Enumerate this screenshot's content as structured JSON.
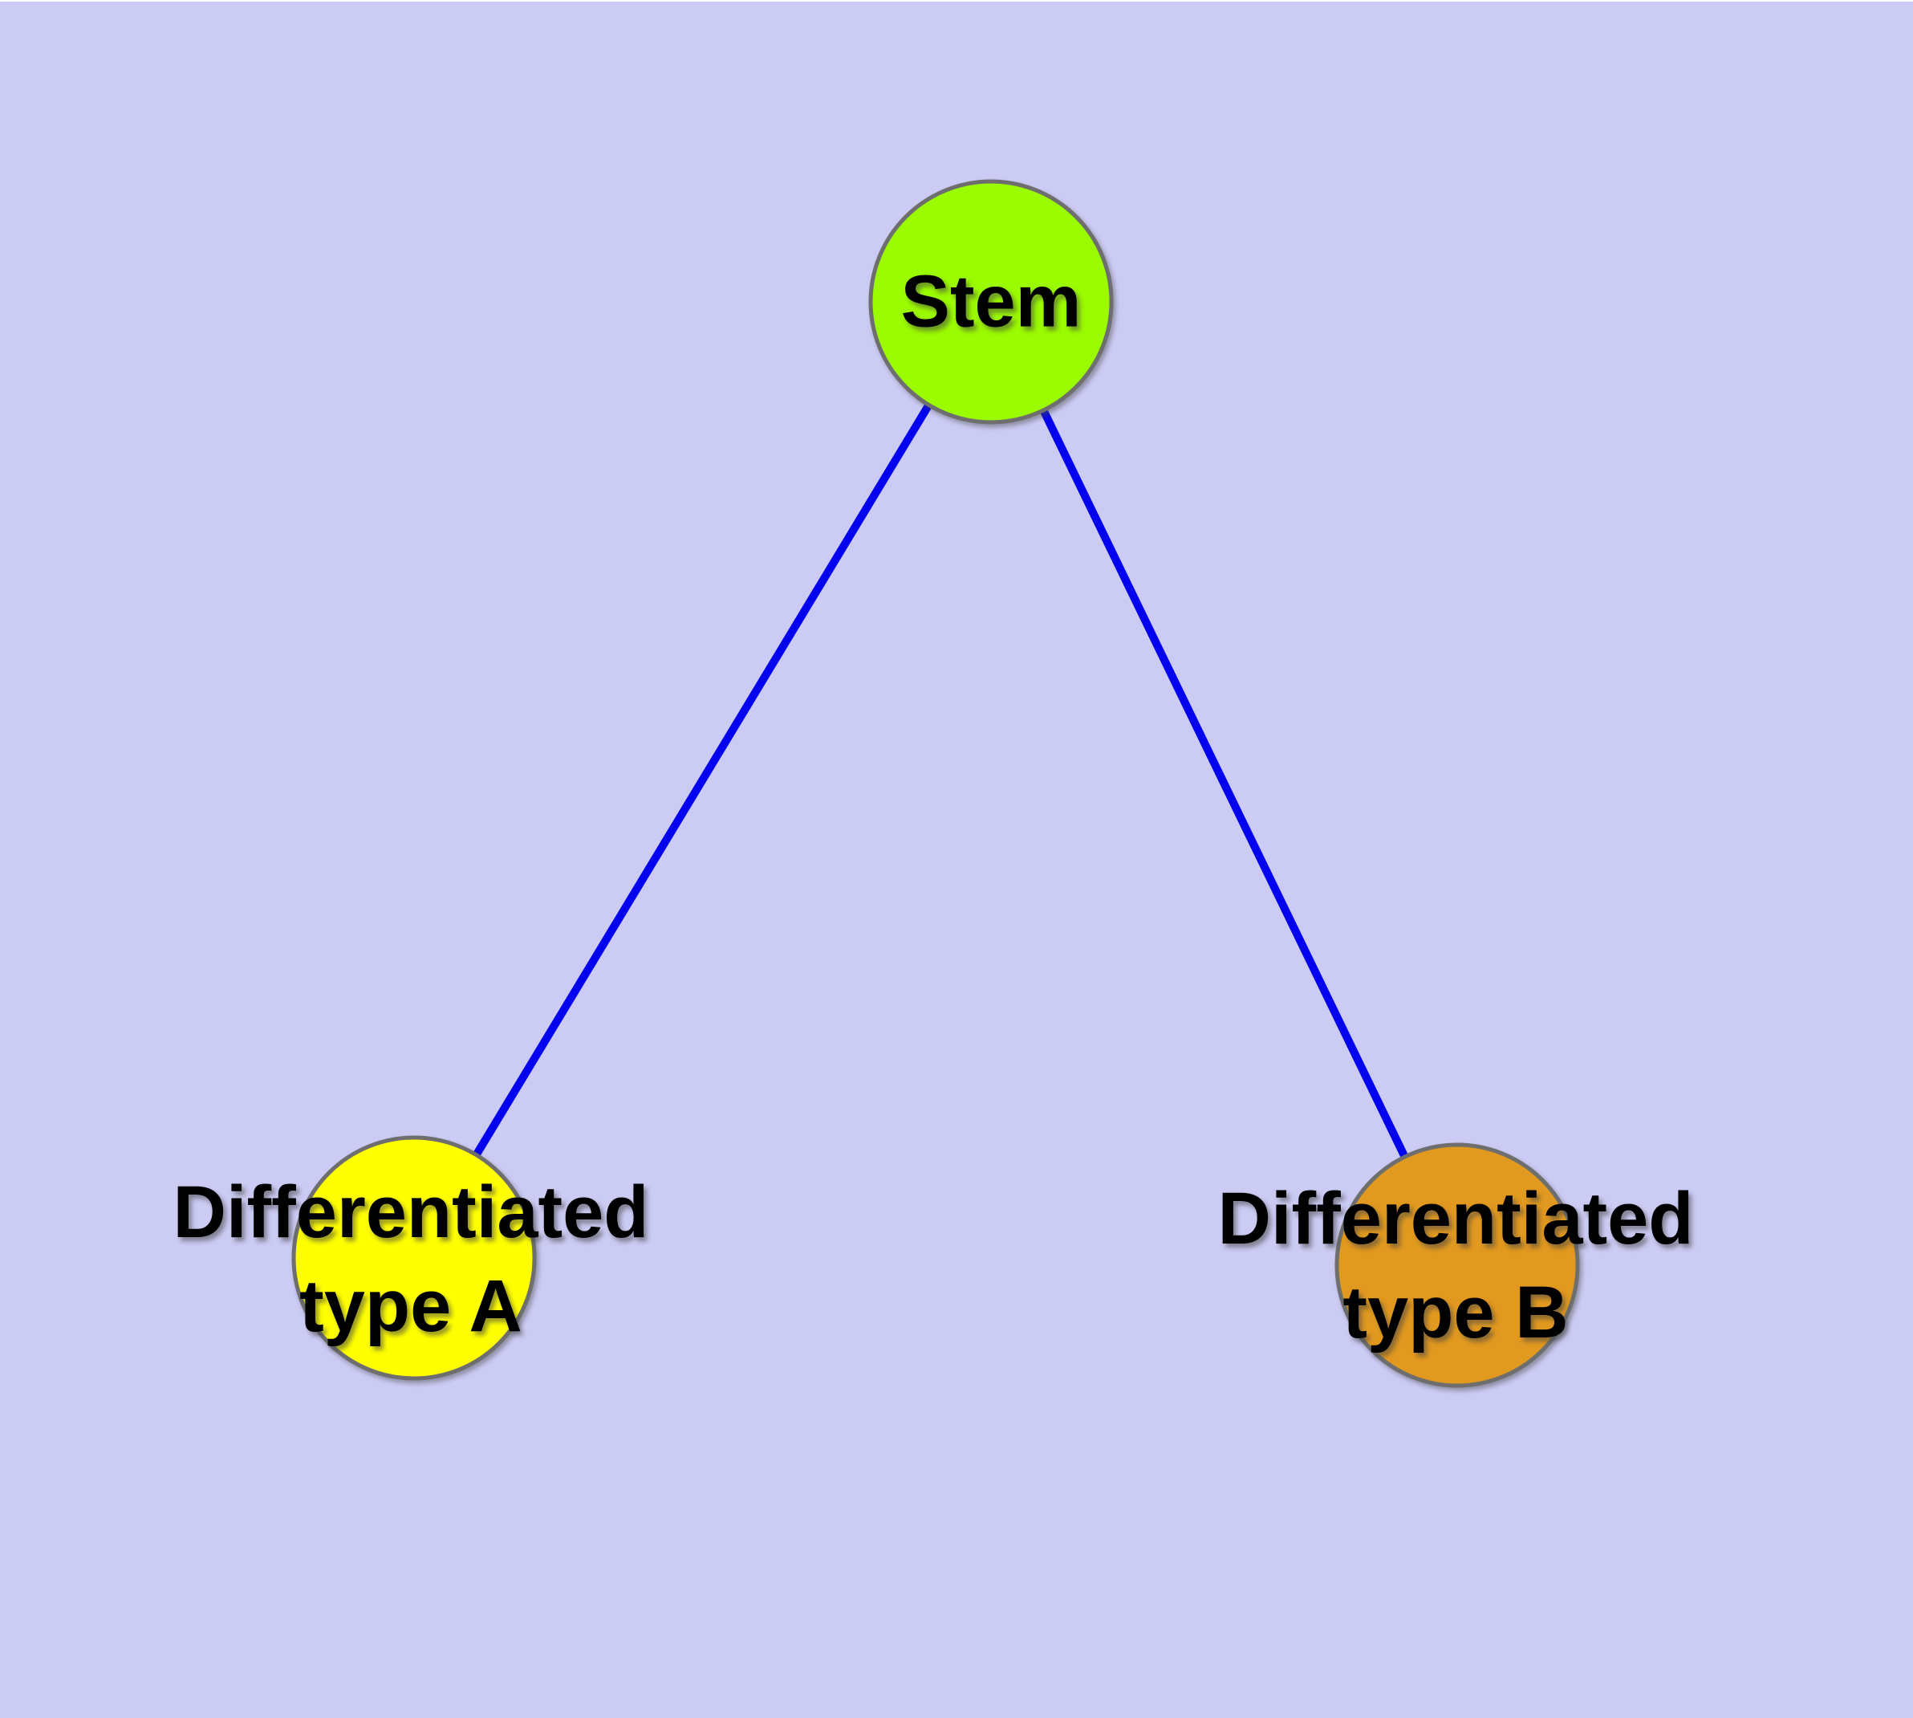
{
  "diagram": {
    "type": "graph",
    "nodes": [
      {
        "id": "stem",
        "label": "Stem",
        "shape": "circle",
        "fill_color": "#9bfb00"
      },
      {
        "id": "type-a",
        "label": "Differentiated\ntype A",
        "shape": "circle",
        "fill_color": "#ffff00"
      },
      {
        "id": "type-b",
        "label": "Differentiated\ntype B",
        "shape": "circle",
        "fill_color": "#e2991f"
      }
    ],
    "edges": [
      {
        "from": "stem",
        "to": "type-a"
      },
      {
        "from": "stem",
        "to": "type-b"
      }
    ]
  },
  "colors": {
    "background": "#cbcbf4",
    "stem_fill": "#9bfb00",
    "type_a_fill": "#ffff00",
    "type_b_fill": "#e2991f",
    "node_border": "#6e6e6e",
    "edge_stroke": "#0202ee",
    "label_text": "#000000"
  }
}
